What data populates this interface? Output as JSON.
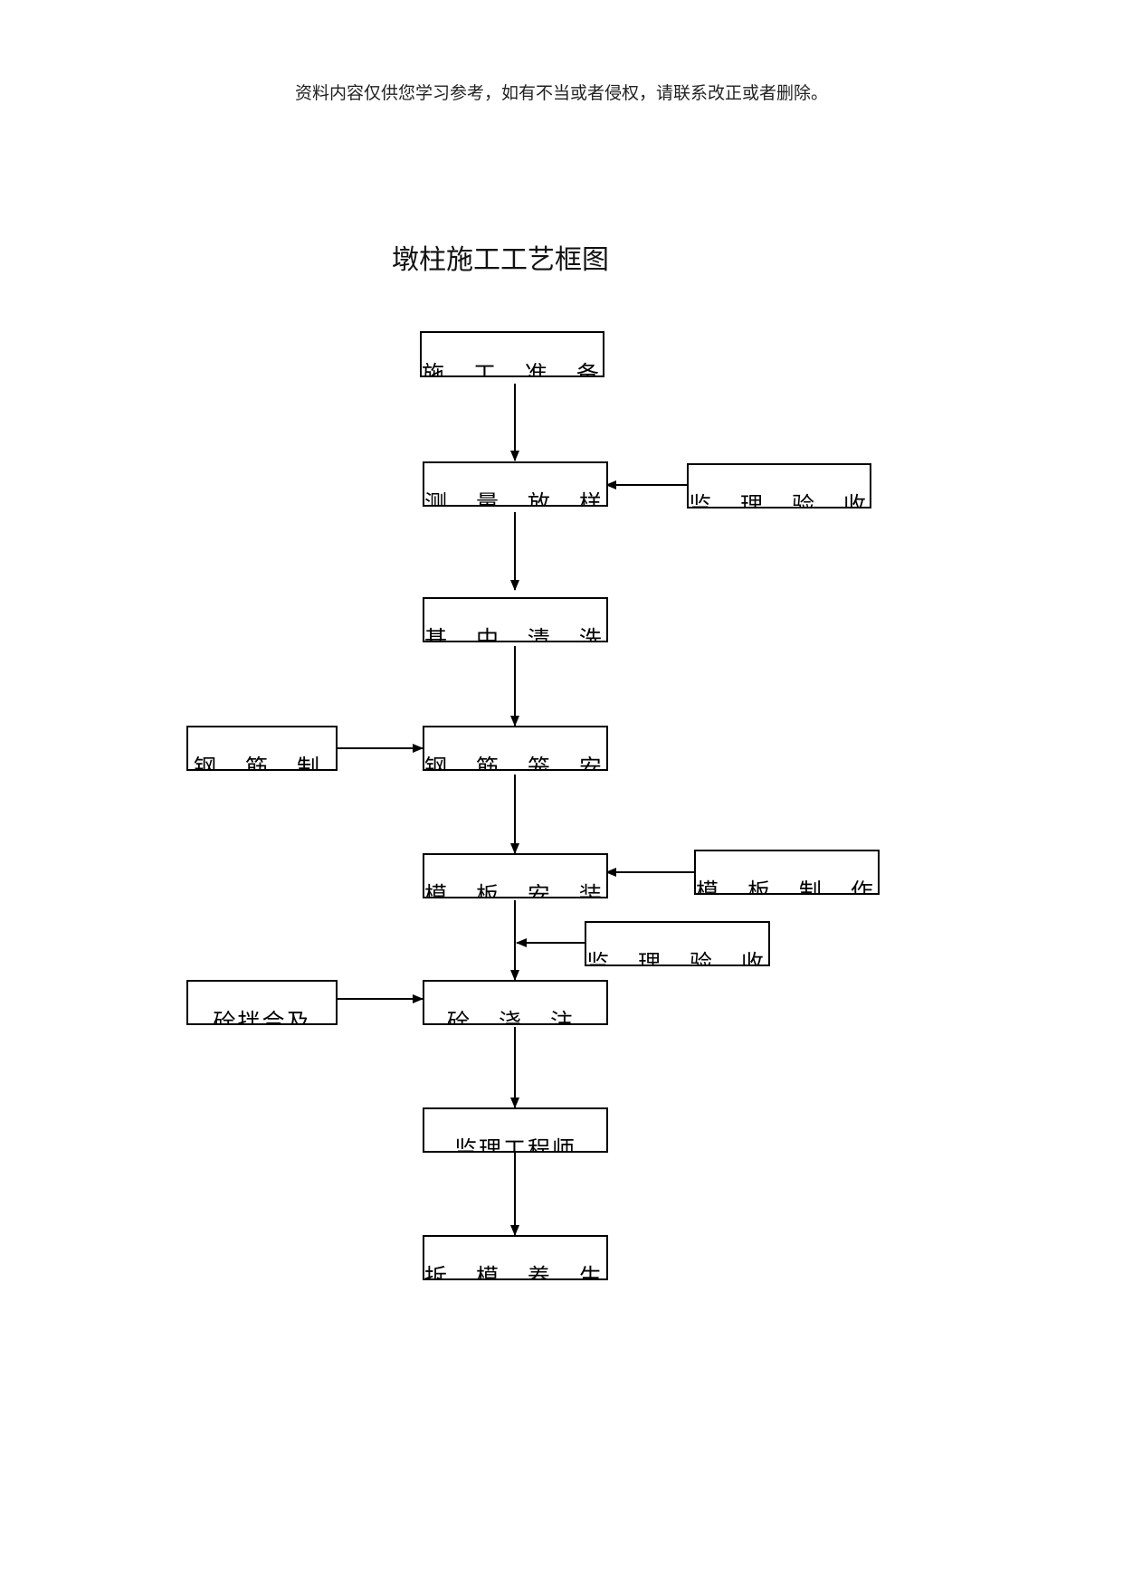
{
  "header": {
    "note": "资料内容仅供您学习参考，如有不当或者侵权，请联系改正或者删除。"
  },
  "diagram": {
    "title": "墩柱施工工艺框图",
    "nodes": {
      "prep": "施 工 准 备",
      "survey": "测 量 放 样",
      "supervision_check_1": "监 理 验 收",
      "base_clean": "基 中 清 洗",
      "rebar_make": "钢 筋 制",
      "rebar_install": "钢 筋 笼 安",
      "formwork_make": "模 板 制 作",
      "formwork_install": "模 板 安 装",
      "supervision_check_2": "监 理 验 收",
      "concrete_mix": "砼拌合及",
      "concrete_pour": "砼 浇 注",
      "supervision_engineer": "监理工程师",
      "demold_cure": "拆 模 养 生"
    },
    "edges": [
      [
        "prep",
        "survey"
      ],
      [
        "supervision_check_1",
        "survey"
      ],
      [
        "survey",
        "base_clean"
      ],
      [
        "base_clean",
        "rebar_install"
      ],
      [
        "rebar_make",
        "rebar_install"
      ],
      [
        "rebar_install",
        "formwork_install"
      ],
      [
        "formwork_make",
        "formwork_install"
      ],
      [
        "formwork_install",
        "concrete_pour"
      ],
      [
        "supervision_check_2",
        "formwork_install-concrete_pour-link"
      ],
      [
        "concrete_mix",
        "concrete_pour"
      ],
      [
        "concrete_pour",
        "supervision_engineer"
      ],
      [
        "supervision_engineer",
        "demold_cure"
      ]
    ]
  }
}
